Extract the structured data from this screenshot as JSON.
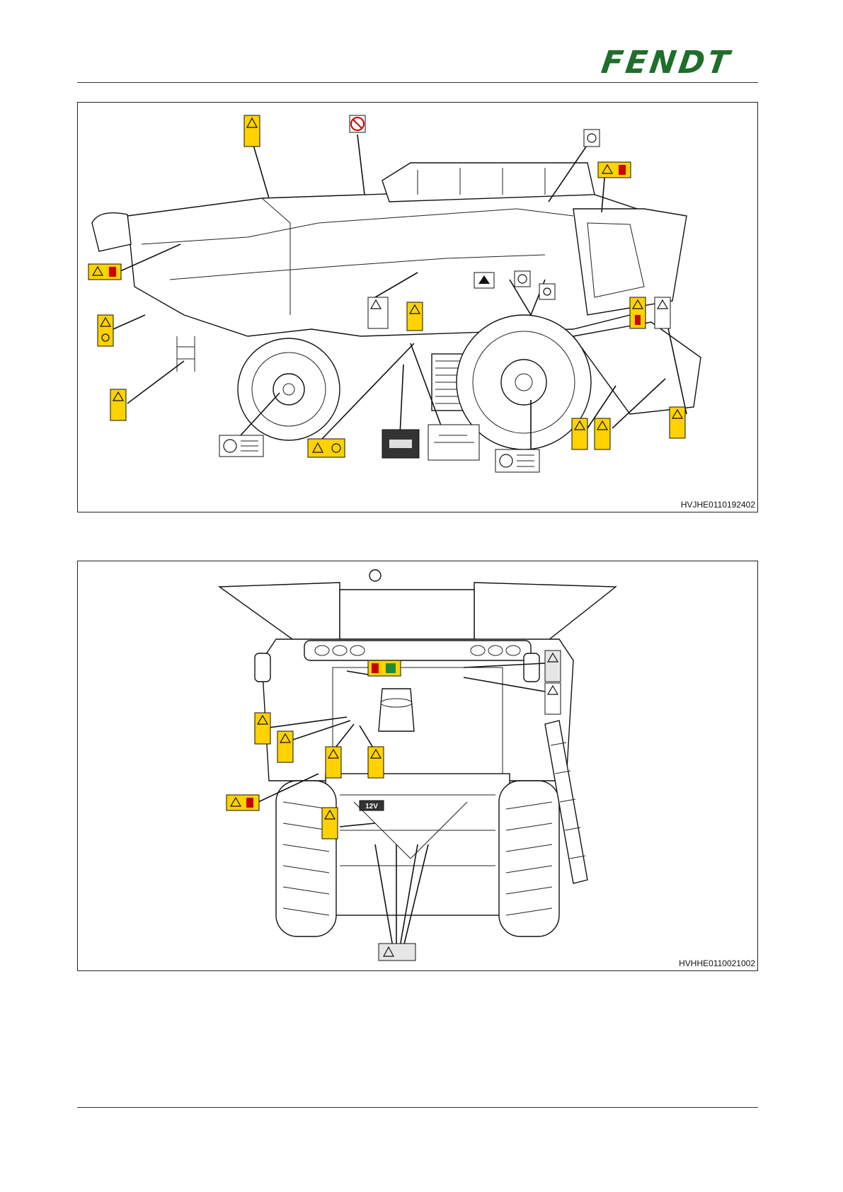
{
  "header": {
    "brand": "FENDT"
  },
  "figures": [
    {
      "id": "HVJHE0110192402"
    },
    {
      "id": "HVHHE0110021002"
    }
  ],
  "label_texts": {
    "battery_voltage": "12V"
  },
  "colors": {
    "brand_green": "#1f6e2c",
    "safety_yellow": "#ffd200",
    "line": "#111111"
  }
}
